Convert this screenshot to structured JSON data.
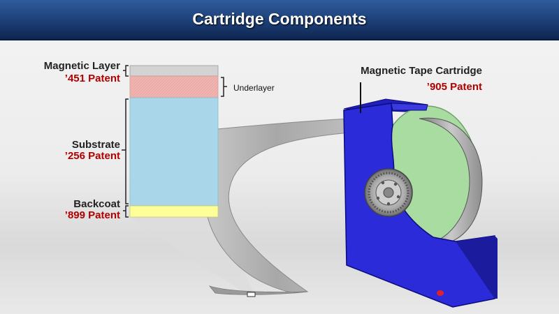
{
  "title": "Cartridge Components",
  "layers": {
    "magnetic": {
      "label": "Magnetic Layer",
      "patent": "’451 Patent"
    },
    "underlayer": {
      "label": "Underlayer"
    },
    "substrate": {
      "label": "Substrate",
      "patent": "’256 Patent"
    },
    "backcoat": {
      "label": "Backcoat",
      "patent": "’899 Patent"
    }
  },
  "cartridge": {
    "label": "Magnetic Tape Cartridge",
    "patent": "’905 Patent"
  },
  "colors": {
    "magnetic": "#d3d3d3",
    "underlayer": "#f0b4b0",
    "substrate": "#a9d6e8",
    "backcoat": "#ffff99",
    "cartridge": "#2b2bd9",
    "reel": "#a8dca0",
    "patent_red": "#b10000"
  }
}
